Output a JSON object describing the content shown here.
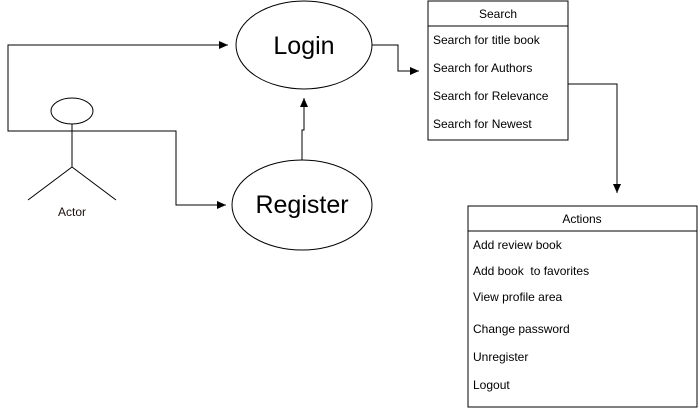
{
  "diagram": {
    "actor": {
      "label": "Actor",
      "label_color": "#1a0f0f"
    },
    "login": {
      "label": "Login"
    },
    "register": {
      "label": "Register"
    },
    "search_box": {
      "title": "Search",
      "items": [
        "Search for title book",
        "Search for Authors",
        "Search for Relevance",
        "Search for Newest"
      ]
    },
    "actions_box": {
      "title": "Actions",
      "items": [
        "Add review book",
        "Add book  to favorites",
        "View profile area",
        "Change password",
        "Unregister",
        "Logout"
      ]
    },
    "colors": {
      "stroke": "#000000",
      "background": "#ffffff"
    }
  }
}
